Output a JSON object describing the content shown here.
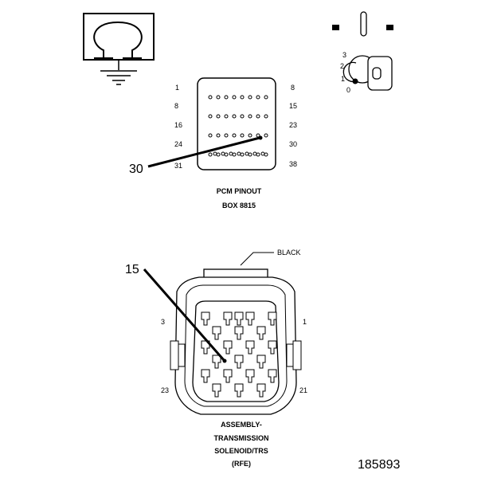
{
  "ohmmeter": {
    "symbol": "Ω"
  },
  "ignition_key": {
    "positions": [
      "3",
      "2",
      "1",
      "0"
    ]
  },
  "pcm_connector": {
    "pin_labels_left": [
      "1",
      "8",
      "16",
      "24",
      "31"
    ],
    "pin_labels_right": [
      "8",
      "15",
      "23",
      "30",
      "38"
    ],
    "callout": "30",
    "caption_line1": "PCM PINOUT",
    "caption_line2": "BOX 8815"
  },
  "solenoid_connector": {
    "color_label": "BLACK",
    "callout": "15",
    "pin_label_top_left": "3",
    "pin_label_top_right": "1",
    "pin_label_bottom_left": "23",
    "pin_label_bottom_right": "21",
    "caption_lines": [
      "ASSEMBLY-",
      "TRANSMISSION",
      "SOLENOID/TRS",
      "(RFE)"
    ]
  },
  "figure_number": "185893"
}
